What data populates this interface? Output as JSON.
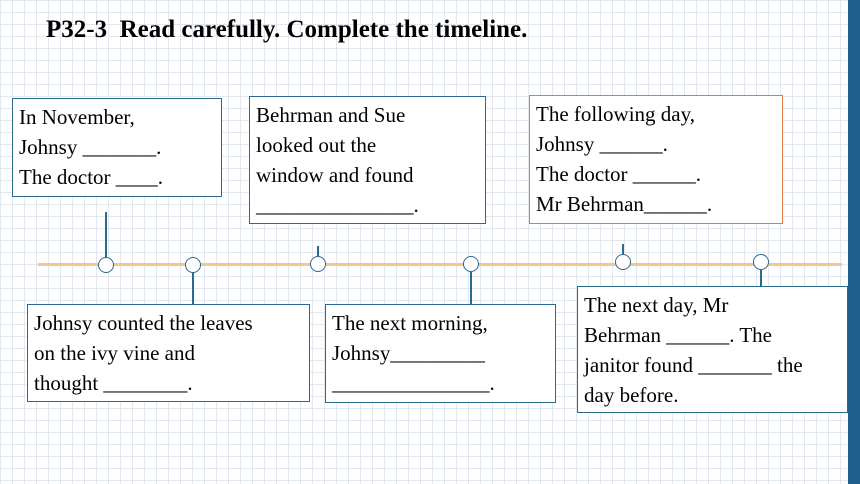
{
  "title": "P32-3  Read carefully. Complete the timeline.",
  "boxes_top": [
    {
      "lines": [
        "In November,",
        "Johnsy _______.",
        "The doctor ____."
      ]
    },
    {
      "lines": [
        "Behrman and Sue",
        "looked out the",
        "window and found",
        "_______________."
      ]
    },
    {
      "lines": [
        "The following day,",
        "Johnsy ______.",
        "The doctor ______.",
        "Mr Behrman______."
      ]
    }
  ],
  "boxes_bottom": [
    {
      "lines": [
        "Johnsy counted the leaves",
        "on the ivy vine and",
        "thought ________."
      ]
    },
    {
      "lines": [
        "The next morning,",
        "Johnsy_________",
        "_______________."
      ]
    },
    {
      "lines": [
        "The next day, Mr",
        "Behrman ______. The",
        "janitor found _______ the",
        "day before."
      ]
    }
  ],
  "colors": {
    "box_border": "#2a6a8f",
    "highlight_border": "#e07a3a",
    "timeline": "#f2c98a",
    "side_bar": "#1f5f8b"
  }
}
